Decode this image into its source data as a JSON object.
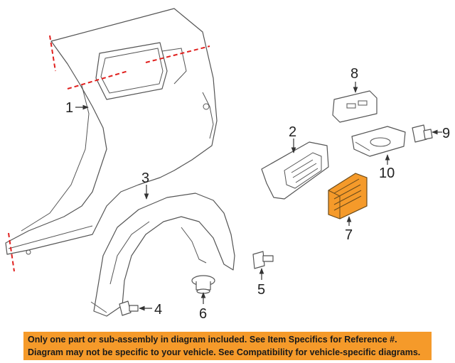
{
  "callouts": {
    "c1": "1",
    "c2": "2",
    "c3": "3",
    "c4": "4",
    "c5": "5",
    "c6": "6",
    "c7": "7",
    "c8": "8",
    "c9": "9",
    "c10": "10"
  },
  "highlighted_part": "7",
  "colors": {
    "highlight": "#f59a2a",
    "cut_lines": "#e0201e",
    "banner": "#f59a2a"
  },
  "banner": {
    "line1": "Only one part or sub-assembly in diagram included. See Item Specifics for Reference #.",
    "line2": "Diagram may not be specific to your vehicle. See Compatibility for vehicle-specific diagrams."
  }
}
